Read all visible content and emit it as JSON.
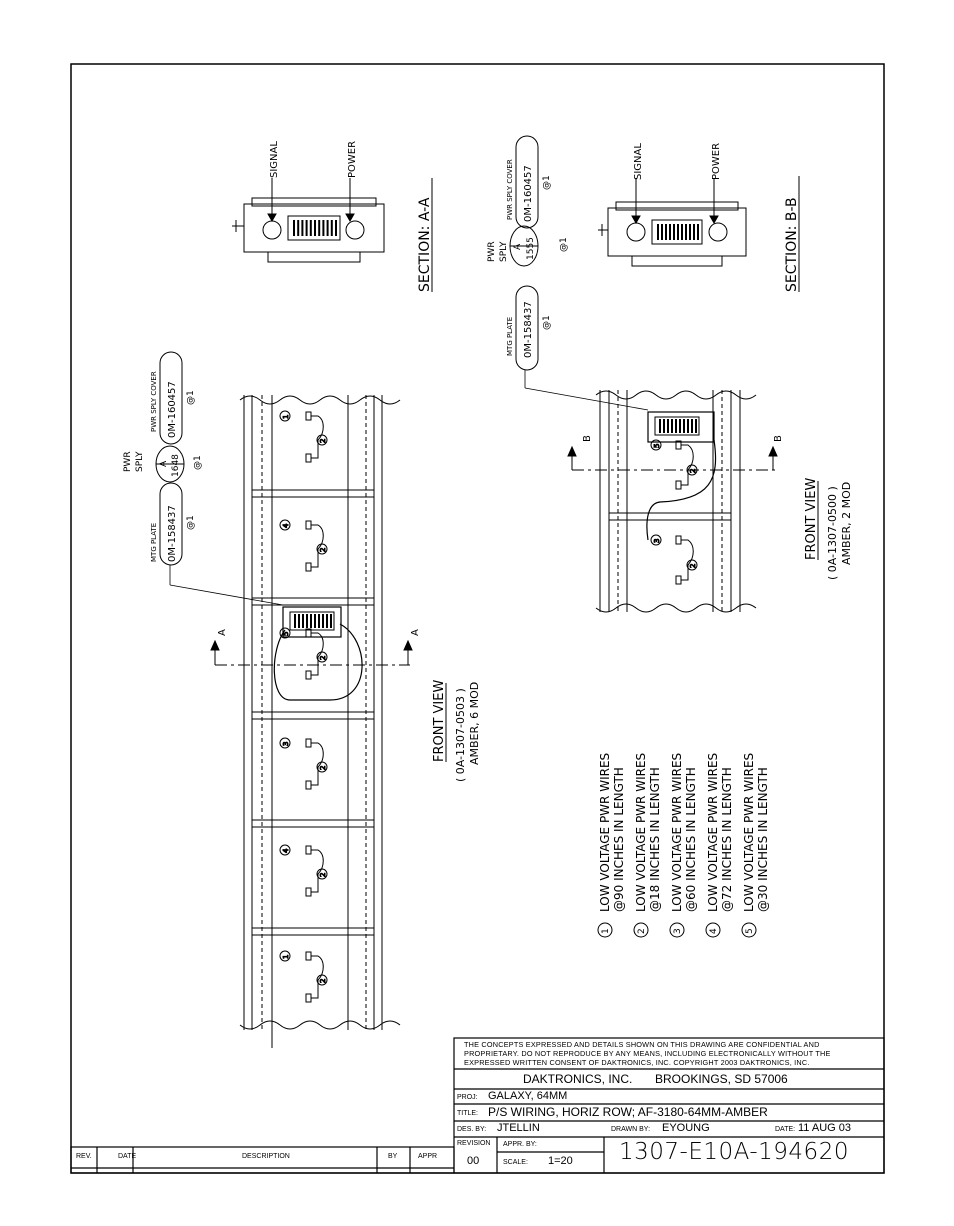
{
  "front_view_a": {
    "heading": "FRONT VIEW",
    "part": "( 0A-1307-0503 )",
    "desc": "AMBER, 6 MOD",
    "mtg_plate_label": "MTG PLATE",
    "mtg_plate_part": "0M-158437",
    "mtg_plate_qty": "@1",
    "pwr_sply_label": "PWR\nSPLY",
    "pwr_sply_letter": "A",
    "pwr_sply_num": "1648",
    "pwr_sply_qty": "@1",
    "cover_label": "PWR SPLY COVER",
    "cover_part": "0M-160457",
    "cover_qty": "@1",
    "section_marker": "A"
  },
  "front_view_b": {
    "heading": "FRONT VIEW",
    "part": "( 0A-1307-0500 )",
    "desc": "AMBER, 2 MOD",
    "mtg_plate_label": "MTG PLATE",
    "mtg_plate_part": "0M-158437",
    "mtg_plate_qty": "@1",
    "pwr_sply_label": "PWR\nSPLY",
    "pwr_sply_letter": "A",
    "pwr_sply_num": "1555",
    "pwr_sply_qty": "@1",
    "cover_label": "PWR SPLY COVER",
    "cover_part": "0M-160457",
    "cover_qty": "@1",
    "section_marker": "B"
  },
  "section_a": {
    "title": "SECTION: A-A",
    "signal": "SIGNAL",
    "power": "POWER"
  },
  "section_b": {
    "title": "SECTION: B-B",
    "signal": "SIGNAL",
    "power": "POWER"
  },
  "notes": [
    {
      "num": "1",
      "line1": "LOW VOLTAGE PWR WIRES",
      "line2": "@90 INCHES IN LENGTH"
    },
    {
      "num": "2",
      "line1": "LOW VOLTAGE PWR WIRES",
      "line2": "@18 INCHES IN LENGTH"
    },
    {
      "num": "3",
      "line1": "LOW VOLTAGE PWR WIRES",
      "line2": "@60 INCHES IN LENGTH"
    },
    {
      "num": "4",
      "line1": "LOW VOLTAGE PWR WIRES",
      "line2": "@72 INCHES IN LENGTH"
    },
    {
      "num": "5",
      "line1": "LOW VOLTAGE PWR WIRES",
      "line2": "@30 INCHES IN LENGTH"
    }
  ],
  "title_block": {
    "disclaimer1": "THE CONCEPTS EXPRESSED AND DETAILS SHOWN ON THIS DRAWING ARE CONFIDENTIAL AND",
    "disclaimer2": "PROPRIETARY.  DO NOT REPRODUCE BY ANY MEANS, INCLUDING ELECTRONICALLY WITHOUT THE",
    "disclaimer3": "EXPRESSED WRITTEN CONSENT OF DAKTRONICS, INC.            COPYRIGHT 2003 DAKTRONICS, INC.",
    "company": "DAKTRONICS, INC.",
    "location": "BROOKINGS, SD 57006",
    "proj_label": "PROJ:",
    "proj": "GALAXY, 64MM",
    "title_label": "TITLE:",
    "title": "P/S WIRING, HORIZ ROW; AF-3180-64MM-AMBER",
    "des_label": "DES. BY:",
    "des": "JTELLIN",
    "drawn_label": "DRAWN BY:",
    "drawn": "EYOUNG",
    "date_label": "DATE:",
    "date": "11 AUG 03",
    "revision_label": "REVISION",
    "revision": "00",
    "appr_label": "APPR. BY:",
    "scale_label": "SCALE:",
    "scale": "1=20",
    "drawing_number": "1307-E10A-194620"
  },
  "revision_block": {
    "rev": "REV.",
    "date": "DATE",
    "description": "DESCRIPTION",
    "by": "BY",
    "appr": "APPR"
  }
}
